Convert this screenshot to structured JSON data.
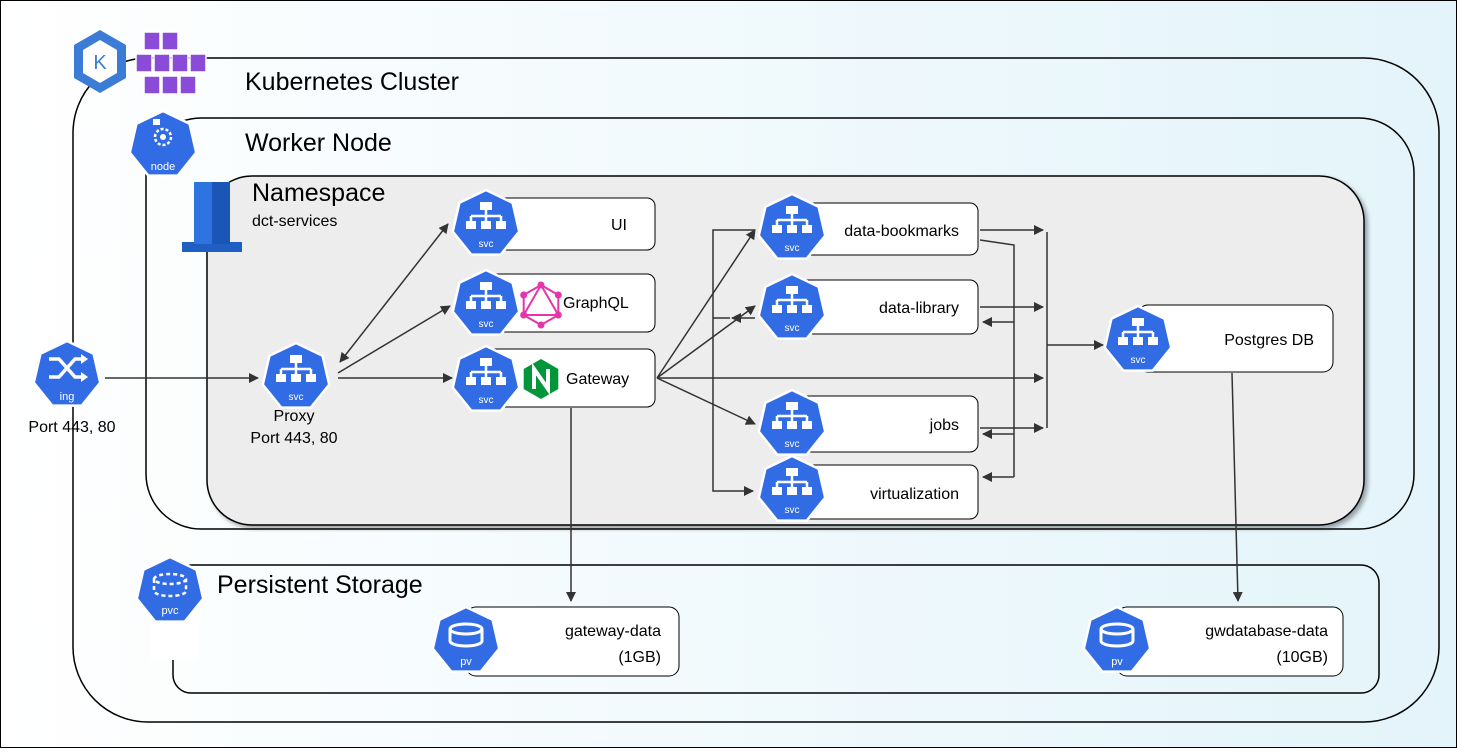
{
  "colors": {
    "k8s_blue": "#326CE5",
    "namespace_fill": "#EDEDED",
    "bg_left": "#FFFFFF",
    "bg_right": "#E6F6FB",
    "line": "#333333",
    "graphql_pink": "#E535AB",
    "nginx_green": "#009639",
    "aks_purple": "#8A4BD8"
  },
  "cluster": {
    "title": "Kubernetes Cluster",
    "icon": "aks-kubernetes-icon"
  },
  "worker_node": {
    "title": "Worker Node",
    "icon_label": "node"
  },
  "namespace": {
    "title": "Namespace",
    "subtitle": "dct-services"
  },
  "ingress": {
    "icon_label": "ing",
    "label": "Port 443, 80"
  },
  "proxy": {
    "icon_label": "svc",
    "label_line1": "Proxy",
    "label_line2": "Port 443, 80"
  },
  "services": {
    "ui": {
      "label": "UI",
      "icon_label": "svc"
    },
    "graphql": {
      "label": "GraphQL",
      "icon_label": "svc"
    },
    "gateway": {
      "label": "Gateway",
      "icon_label": "svc"
    },
    "data_bookmarks": {
      "label": "data-bookmarks",
      "icon_label": "svc"
    },
    "data_library": {
      "label": "data-library",
      "icon_label": "svc"
    },
    "jobs": {
      "label": "jobs",
      "icon_label": "svc"
    },
    "virtualization": {
      "label": "virtualization",
      "icon_label": "svc"
    },
    "postgres": {
      "label": "Postgres DB",
      "icon_label": "svc"
    }
  },
  "storage": {
    "title": "Persistent Storage",
    "icon_label": "pvc",
    "gateway_data": {
      "line1": "gateway-data",
      "line2": "(1GB)",
      "icon_label": "pv"
    },
    "gwdatabase_data": {
      "line1": "gwdatabase-data",
      "line2": "(10GB)",
      "icon_label": "pv"
    }
  }
}
